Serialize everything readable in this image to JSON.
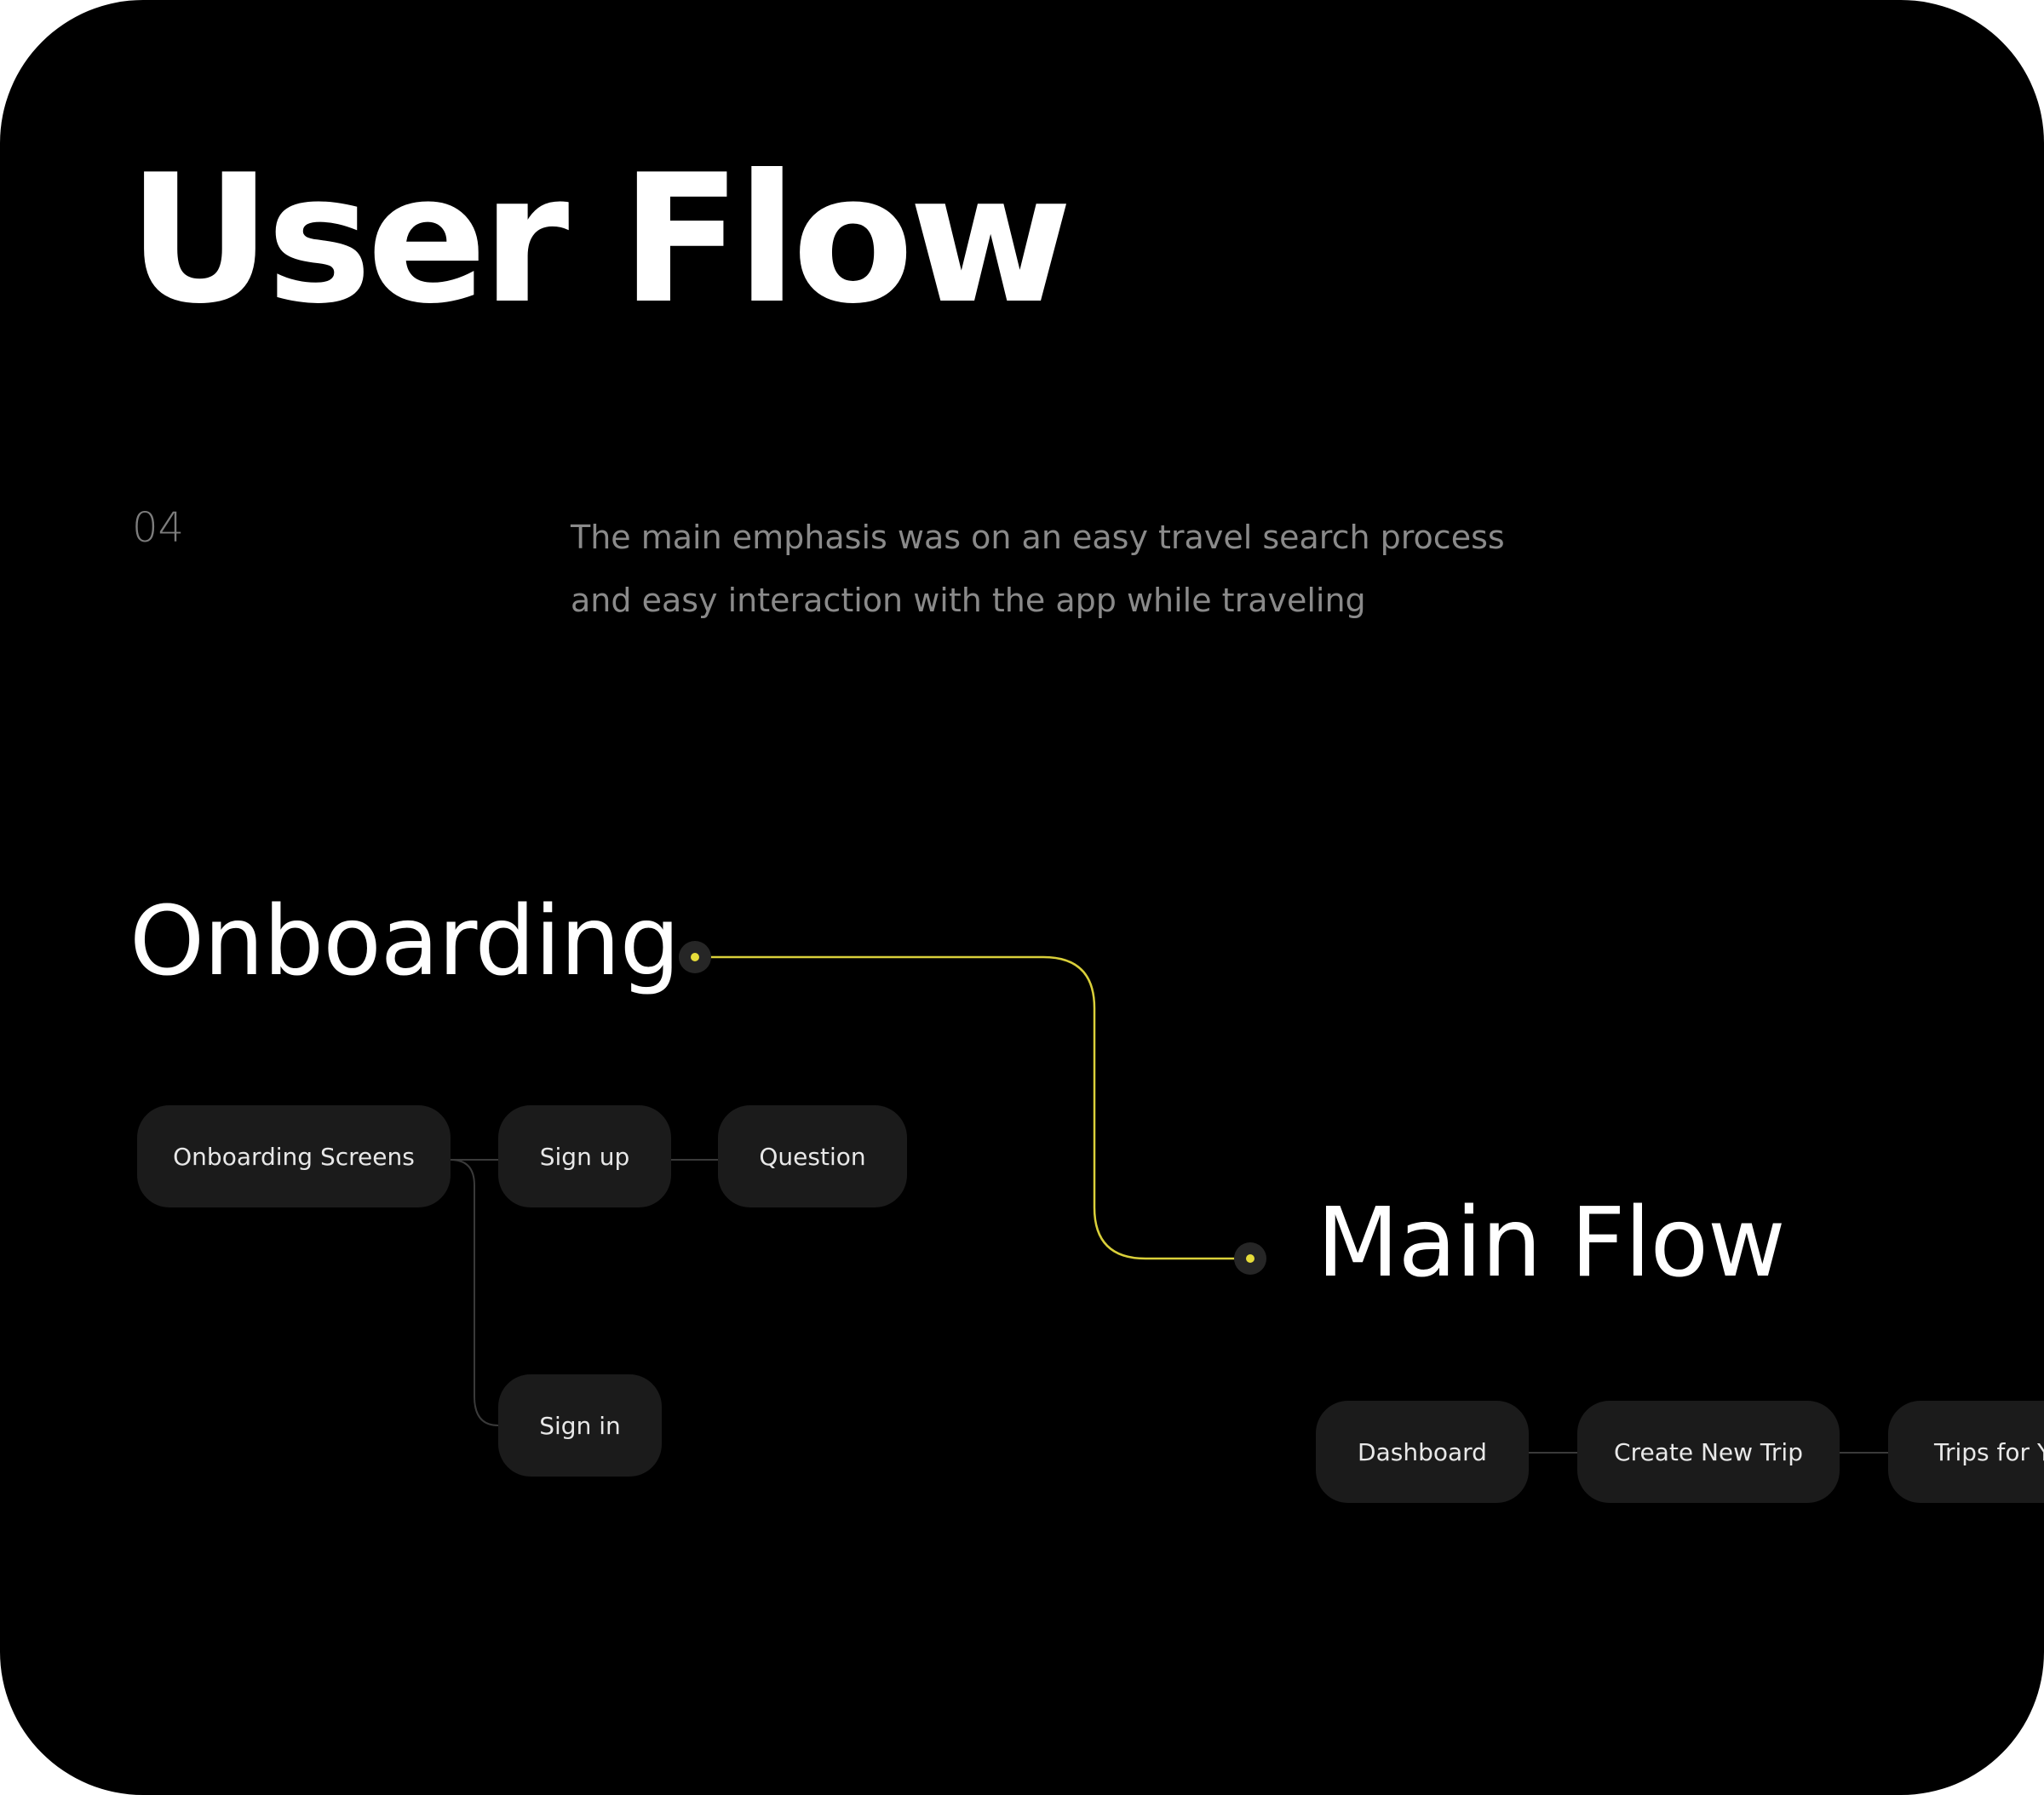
{
  "title": "User Flow",
  "section_number": "04",
  "description": {
    "line1": "The main emphasis was on an easy travel search process",
    "line2": "and easy interaction with the app while traveling"
  },
  "sections": {
    "onboarding": {
      "heading": "Onboarding",
      "nodes": {
        "onboarding_screens": "Onboarding Screens",
        "sign_up": "Sign up",
        "question": "Question",
        "sign_in": "Sign in"
      }
    },
    "main_flow": {
      "heading": "Main Flow",
      "nodes": {
        "dashboard": "Dashboard",
        "create_new_trip": "Create New Trip",
        "trips_for_you": "Trips for Yo"
      }
    }
  },
  "colors": {
    "background": "#000000",
    "node_fill": "#1b1b1b",
    "accent_connector": "#d9cf3a",
    "muted_connector": "#3a3a3a",
    "muted_text": "#8a8a8a"
  }
}
